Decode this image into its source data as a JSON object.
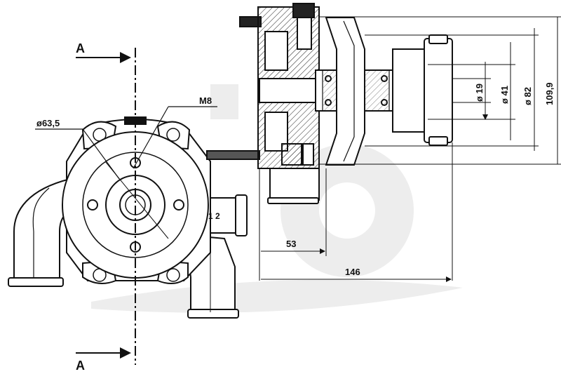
{
  "section_marks": {
    "top": "A",
    "bottom": "A"
  },
  "labels": {
    "thread": "M8",
    "bolt_circle": "ø63,5",
    "housing_mark": "1 2"
  },
  "dimensions": {
    "d19": "ø 19",
    "d41": "ø 41",
    "d82": "ø 82",
    "h109": "109,9",
    "l53": "53",
    "l146": "146"
  },
  "colors": {
    "line": "#111111",
    "watermark": "#ececec",
    "hatch": "#222222"
  }
}
